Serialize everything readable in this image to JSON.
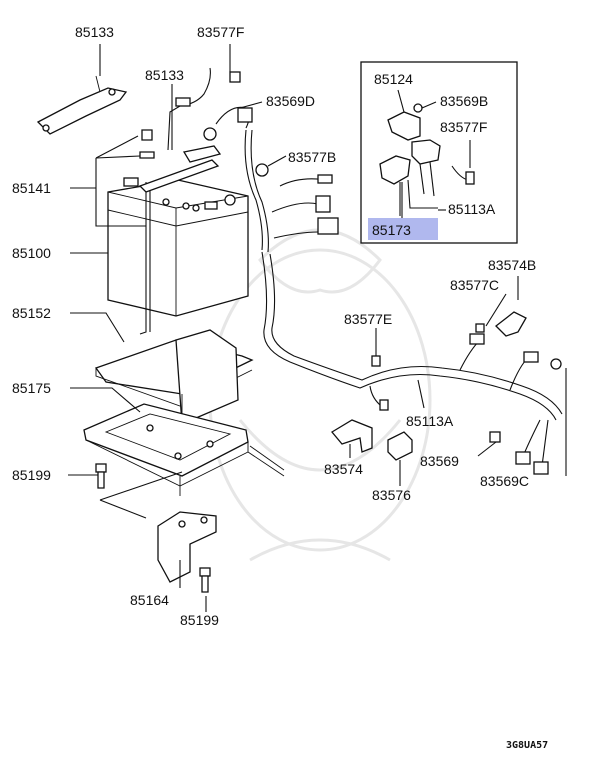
{
  "labels": [
    {
      "id": "85133-top",
      "text": "85133"
    },
    {
      "id": "83577F-top",
      "text": "83577F"
    },
    {
      "id": "85133-mid",
      "text": "85133"
    },
    {
      "id": "83569D",
      "text": "83569D"
    },
    {
      "id": "83577B",
      "text": "83577B"
    },
    {
      "id": "85141",
      "text": "85141"
    },
    {
      "id": "85100",
      "text": "85100"
    },
    {
      "id": "85152",
      "text": "85152"
    },
    {
      "id": "85175",
      "text": "85175"
    },
    {
      "id": "85199-left",
      "text": "85199"
    },
    {
      "id": "85164",
      "text": "85164"
    },
    {
      "id": "85199-bottom",
      "text": "85199"
    },
    {
      "id": "85124",
      "text": "85124"
    },
    {
      "id": "83569B",
      "text": "83569B"
    },
    {
      "id": "83577F-inset",
      "text": "83577F"
    },
    {
      "id": "85113A-inset",
      "text": "85113A"
    },
    {
      "id": "85173",
      "text": "85173"
    },
    {
      "id": "83574B",
      "text": "83574B"
    },
    {
      "id": "83577C",
      "text": "83577C"
    },
    {
      "id": "83577E",
      "text": "83577E"
    },
    {
      "id": "85113A-main",
      "text": "85113A"
    },
    {
      "id": "83574",
      "text": "83574"
    },
    {
      "id": "83576",
      "text": "83576"
    },
    {
      "id": "83569",
      "text": "83569"
    },
    {
      "id": "83569C",
      "text": "83569C"
    }
  ],
  "highlight_color": "#b0b8ee",
  "diagram_code": "3G8UA57"
}
